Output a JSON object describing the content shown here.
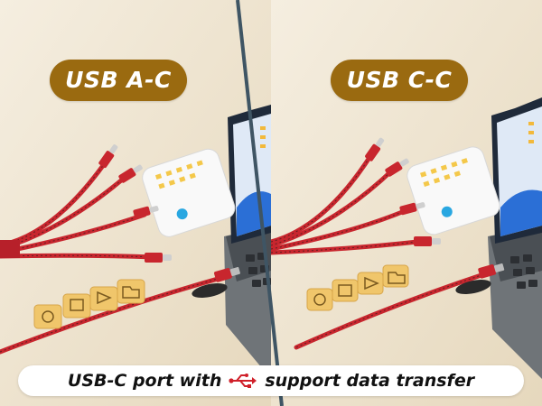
{
  "labels": {
    "left": "USB A-C",
    "right": "USB C-C"
  },
  "banner": {
    "before": "USB-C port with",
    "icon": "usb-icon",
    "after": "support data transfer"
  },
  "colors": {
    "pill": "#9a6a10",
    "cable": "#c8262e",
    "background": "#efe6d3",
    "usb_icon": "#d0202a"
  }
}
